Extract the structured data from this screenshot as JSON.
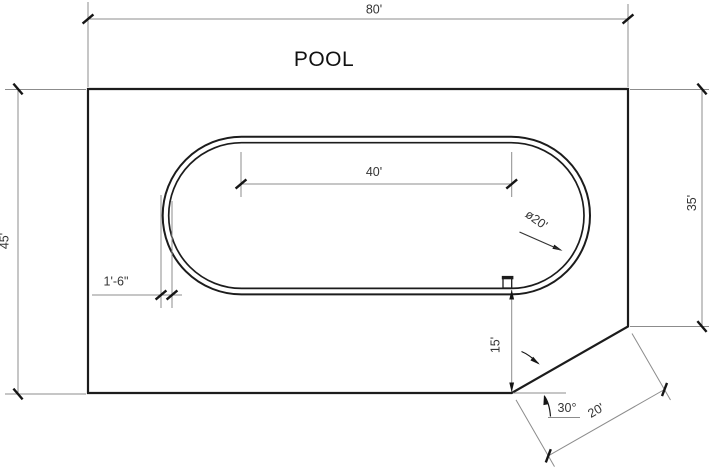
{
  "drawing": {
    "title": "POOL",
    "labels": {
      "overall_width": "80'",
      "left_height": "45'",
      "right_height": "35'",
      "pool_length": "40'",
      "end_diameter": "ø20'",
      "wall_thickness": "1'-6\"",
      "corner_rise": "15'",
      "corner_angle": "30°",
      "corner_edge": "20'"
    }
  },
  "colors": {
    "geometry": "#1c1c1c",
    "dimension_lines": "#8c8c8c",
    "text": "#353535"
  }
}
